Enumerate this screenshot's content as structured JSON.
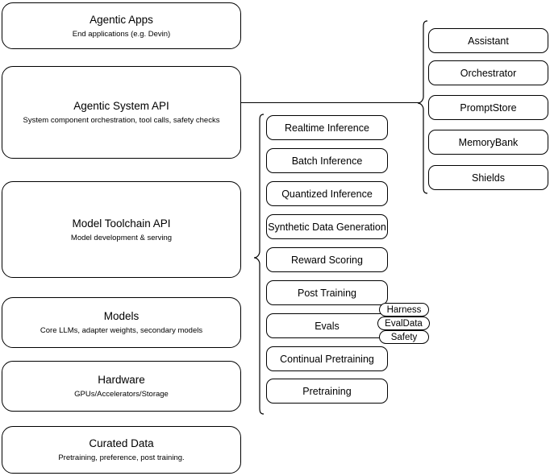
{
  "diagram": {
    "title": "AI Stack Architecture Diagram",
    "colors": {
      "stroke": "#000000",
      "fill": "#ffffff",
      "text": "#000000"
    },
    "layers": [
      {
        "id": "agentic-apps",
        "title": "Agentic Apps",
        "subtitle": "End applications (e.g. Devin)"
      },
      {
        "id": "agentic-system-api",
        "title": "Agentic System API",
        "subtitle": "System component orchestration, tool calls, safety checks"
      },
      {
        "id": "model-toolchain-api",
        "title": "Model Toolchain API",
        "subtitle": "Model development & serving"
      },
      {
        "id": "models",
        "title": "Models",
        "subtitle": "Core LLMs, adapter weights, secondary models"
      },
      {
        "id": "hardware",
        "title": "Hardware",
        "subtitle": "GPUs/Accelerators/Storage"
      },
      {
        "id": "curated-data",
        "title": "Curated Data",
        "subtitle": "Pretraining, preference, post training."
      }
    ],
    "toolchain_capabilities": [
      {
        "id": "realtime-inference",
        "label": "Realtime Inference"
      },
      {
        "id": "batch-inference",
        "label": "Batch Inference"
      },
      {
        "id": "quantized-inference",
        "label": "Quantized Inference"
      },
      {
        "id": "synthetic-data-generation",
        "label": "Synthetic Data Generation"
      },
      {
        "id": "reward-scoring",
        "label": "Reward Scoring"
      },
      {
        "id": "post-training",
        "label": "Post Training"
      },
      {
        "id": "evals",
        "label": "Evals"
      },
      {
        "id": "continual-pretraining",
        "label": "Continual Pretraining"
      },
      {
        "id": "pretraining",
        "label": "Pretraining"
      }
    ],
    "eval_pills": [
      {
        "id": "harness",
        "label": "Harness"
      },
      {
        "id": "evaldata",
        "label": "EvalData"
      },
      {
        "id": "safety",
        "label": "Safety"
      }
    ],
    "system_components": [
      {
        "id": "assistant",
        "label": "Assistant"
      },
      {
        "id": "orchestrator",
        "label": "Orchestrator"
      },
      {
        "id": "promptstore",
        "label": "PromptStore"
      },
      {
        "id": "memorybank",
        "label": "MemoryBank"
      },
      {
        "id": "shields",
        "label": "Shields"
      }
    ]
  }
}
